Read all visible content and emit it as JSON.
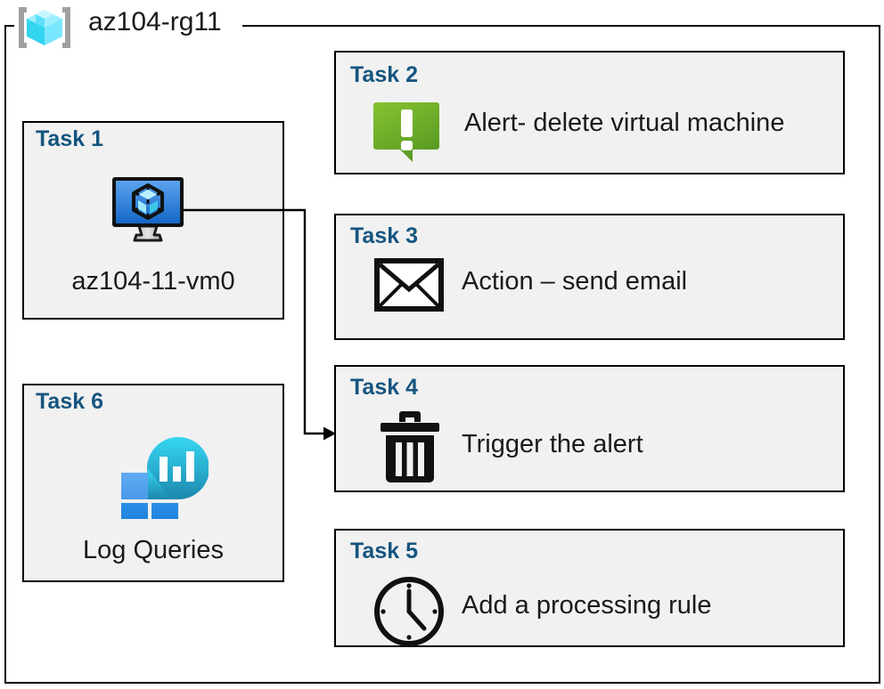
{
  "resource_group": {
    "name": "az104-rg11",
    "icon": "azure-resource-group-cube-icon"
  },
  "tasks": [
    {
      "id": "task1",
      "label": "Task 1",
      "caption": "az104-11-vm0",
      "icon": "virtual-machine-icon",
      "text": ""
    },
    {
      "id": "task2",
      "label": "Task 2",
      "text": "Alert- delete virtual machine",
      "icon": "alert-exclamation-icon",
      "caption": ""
    },
    {
      "id": "task3",
      "label": "Task 3",
      "text": "Action – send email",
      "icon": "envelope-icon",
      "caption": ""
    },
    {
      "id": "task4",
      "label": "Task 4",
      "text": "Trigger the alert",
      "icon": "trash-can-icon",
      "caption": ""
    },
    {
      "id": "task5",
      "label": "Task 5",
      "text": "Add a processing rule",
      "icon": "clock-icon",
      "caption": ""
    },
    {
      "id": "task6",
      "label": "Task 6",
      "caption": "Log Queries",
      "icon": "log-analytics-icon",
      "text": ""
    }
  ],
  "connector": {
    "from": "task1-vm-icon",
    "to": "task4-box",
    "style": "orthogonal-arrow"
  },
  "colors": {
    "task_label": "#15557f",
    "box_fill": "#f1f1f1",
    "box_border": "#000000",
    "alert_green_light": "#7fba2f",
    "alert_green_dark": "#5c9e26",
    "vm_blue_light": "#57a0ee",
    "vm_blue_dark": "#1667c4",
    "log_cyan": "#32d4f0",
    "log_teal": "#1b8fb5",
    "log_square_light": "#55a2ef",
    "log_square_dark": "#1f86e0",
    "rg_cube_cyan": "#50e6ff",
    "rg_bracket_gray": "#a0a0a0",
    "text": "#1a1a1a"
  }
}
